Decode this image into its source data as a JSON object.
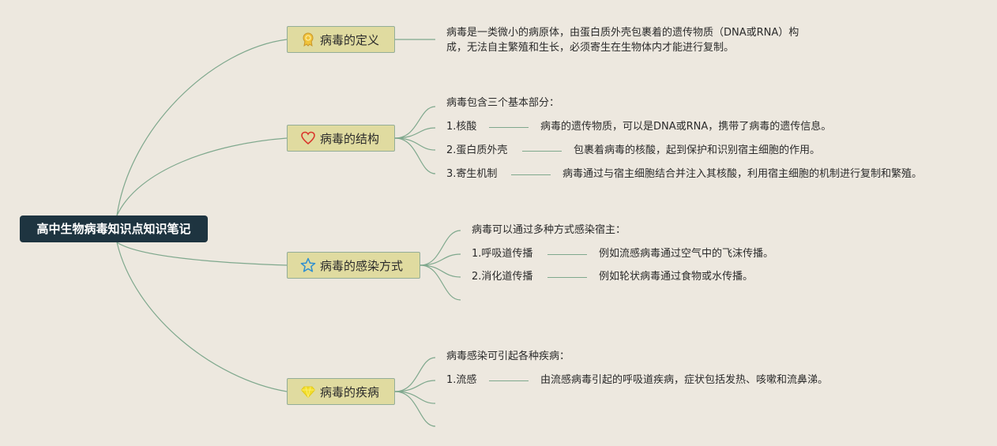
{
  "root": {
    "title": "高中生物病毒知识点知识笔记"
  },
  "branches": [
    {
      "title": "病毒的定义",
      "icon": "ribbon-award-icon",
      "lines": [
        "病毒是一类微小的病原体，由蛋白质外壳包裹着的遗传物质（DNA或RNA）构",
        "成，无法自主繁殖和生长，必须寄生在生物体内才能进行复制。"
      ]
    },
    {
      "title": "病毒的结构",
      "icon": "heart-icon",
      "intro": "病毒包含三个基本部分：",
      "items": [
        {
          "label": "1.核酸",
          "desc": "病毒的遗传物质，可以是DNA或RNA，携带了病毒的遗传信息。"
        },
        {
          "label": "2.蛋白质外壳",
          "desc": "包裹着病毒的核酸，起到保护和识别宿主细胞的作用。"
        },
        {
          "label": "3.寄生机制",
          "desc": "病毒通过与宿主细胞结合并注入其核酸，利用宿主细胞的机制进行复制和繁殖。"
        }
      ]
    },
    {
      "title": "病毒的感染方式",
      "icon": "star-icon",
      "intro": "病毒可以通过多种方式感染宿主：",
      "items": [
        {
          "label": "1.呼吸道传播",
          "desc": "例如流感病毒通过空气中的飞沫传播。"
        },
        {
          "label": "2.消化道传播",
          "desc": "例如轮状病毒通过食物或水传播。"
        }
      ]
    },
    {
      "title": "病毒的疾病",
      "icon": "diamond-icon",
      "intro": "病毒感染可引起各种疾病：",
      "items": [
        {
          "label": "1.流感",
          "desc": "由流感病毒引起的呼吸道疾病，症状包括发热、咳嗽和流鼻涕。"
        }
      ]
    }
  ],
  "colors": {
    "line": "#7fa88d",
    "topic_fill": "#e0dba0",
    "root_fill": "#1e3440",
    "background": "#ede8df"
  }
}
